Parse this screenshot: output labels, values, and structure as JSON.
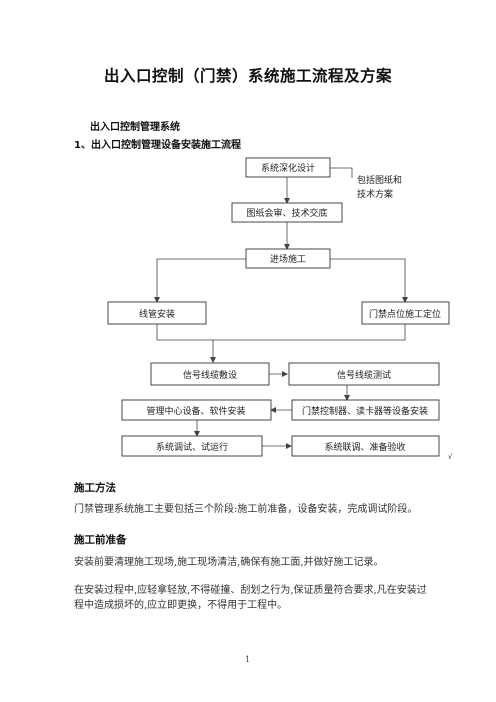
{
  "doc": {
    "title": "出入口控制（门禁）系统施工流程及方案",
    "section_heading": "出入口控制管理系统",
    "subsection_heading": "1、出入口控制管理设备安装施工流程",
    "flowchart": {
      "design": "系统深化设计",
      "note_line1": "包括图纸和",
      "note_line2": "技术方案",
      "review": "图纸会审、技术交底",
      "entry": "进场施工",
      "conduit": "线管安装",
      "door_point": "门禁点位施工定位",
      "cable_lay": "信号线缆敷设",
      "cable_test": "信号线缆测试",
      "mgmt_install": "管理中心设备、软件安装",
      "controller_install": "门禁控制器、读卡器等设备安装",
      "debug": "系统调试、试运行",
      "joint_acceptance": "系统联调、准备验收",
      "edge_mark": "√"
    },
    "method_heading": "施工方法",
    "method_text": "门禁管理系统施工主要包括三个阶段:施工前准备，设备安装，完成调试阶段。",
    "prep_heading": "施工前准备",
    "prep_text1": "安装前要清理施工现场,施工现场清洁,确保有施工面,并做好施工记录。",
    "prep_text2_line1": "在安装过程中,应轻拿轻放,不得碰撞、刮划之行为,保证质量符合要求,凡在安装过",
    "prep_text2_line2": "程中造成损坏的,应立即更换，不得用于工程中。",
    "page_number": "1"
  }
}
